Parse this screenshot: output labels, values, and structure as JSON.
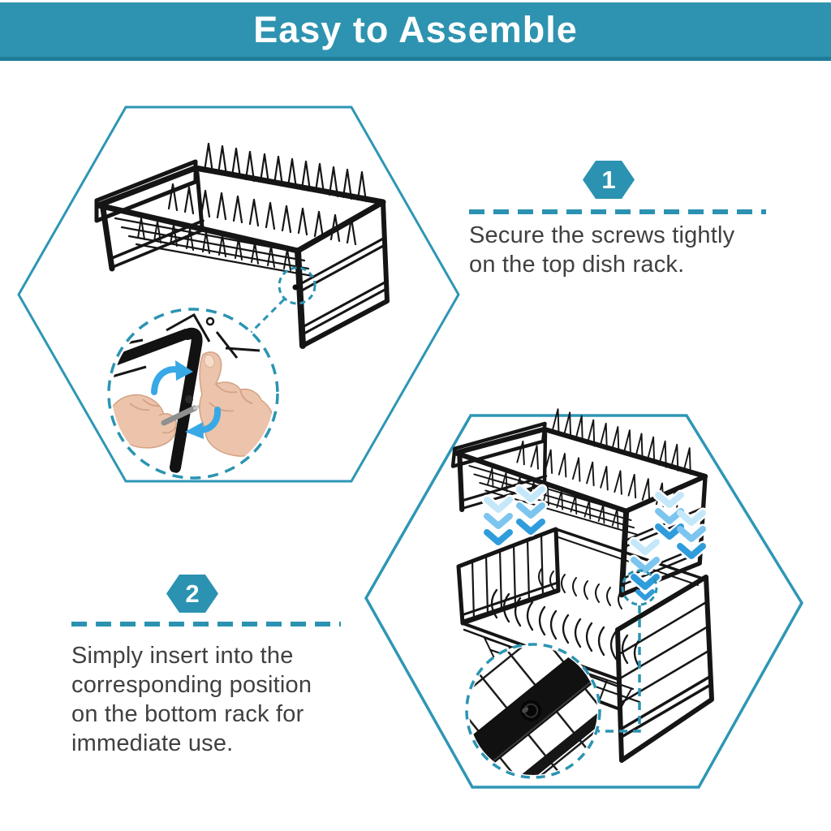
{
  "header": {
    "title": "Easy to Assemble"
  },
  "steps": [
    {
      "number": "1",
      "lines": [
        "Secure the screws tightly",
        "on the top dish rack."
      ]
    },
    {
      "number": "2",
      "lines": [
        "Simply insert into the",
        "corresponding position",
        "on the bottom rack for",
        "immediate use."
      ]
    }
  ],
  "icons": {
    "step_badge": "teal-hexagon-number-badge",
    "zoom_callout": "dashed-circle-magnifier",
    "insert_direction": "blue-double-chevron-down",
    "rotate_direction": "blue-curved-rotation-arrow"
  },
  "colors": {
    "banner_teal": "#2E93B0",
    "banner_edge_dark": "#1E7D99",
    "line_teal": "#2B94B2",
    "text_gray": "#3F4042",
    "arrow_blue_light": "#C4E8F9",
    "arrow_blue_mid": "#7CC5EF",
    "arrow_blue_deep": "#2F9CDC",
    "skin": "#ECC3AB",
    "wire_black": "#151515"
  }
}
